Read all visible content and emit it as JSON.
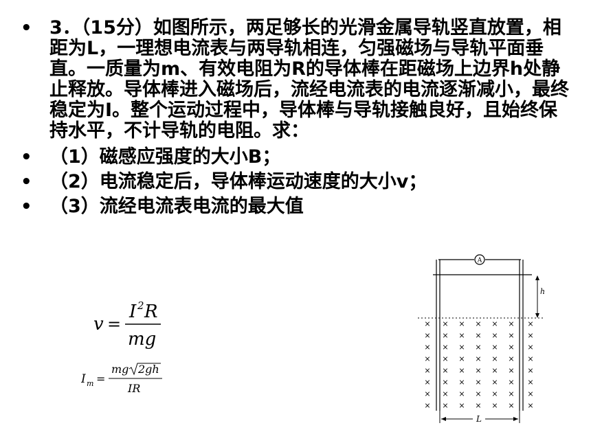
{
  "problem": {
    "bullet": "•",
    "text": "3．（15分）如图所示，两足够长的光滑金属导轨竖直放置，相距为L，一理想电流表与两导轨相连，匀强磁场与导轨平面垂直。一质量为m、有效电阻为R的导体棒在距磁场上边界h处静止释放。导体棒进入磁场后，流经电流表的电流逐渐减小，最终稳定为I。整个运动过程中，导体棒与导轨接触良好，且始终保持水平，不计导轨的电阻。求："
  },
  "questions": [
    {
      "bullet": "•",
      "text": "（1）磁感应强度的大小B；"
    },
    {
      "bullet": "•",
      "text": "（2）电流稳定后，导体棒运动速度的大小v；"
    },
    {
      "bullet": "•",
      "text": "（3）流经电流表电流的最大值"
    }
  ],
  "formula_v": {
    "lhs": "v",
    "eq": "=",
    "num_I": "I",
    "num_exp": "2",
    "num_R": "R",
    "den": "mg"
  },
  "formula_Im": {
    "lhs_I": "I",
    "lhs_sub": "m",
    "eq": "=",
    "num_mg": "mg",
    "num_root": "2gh",
    "den": "IR"
  },
  "diagram": {
    "ammeter_label": "A",
    "h_label": "h",
    "L_label": "L",
    "field_mark": "×"
  }
}
